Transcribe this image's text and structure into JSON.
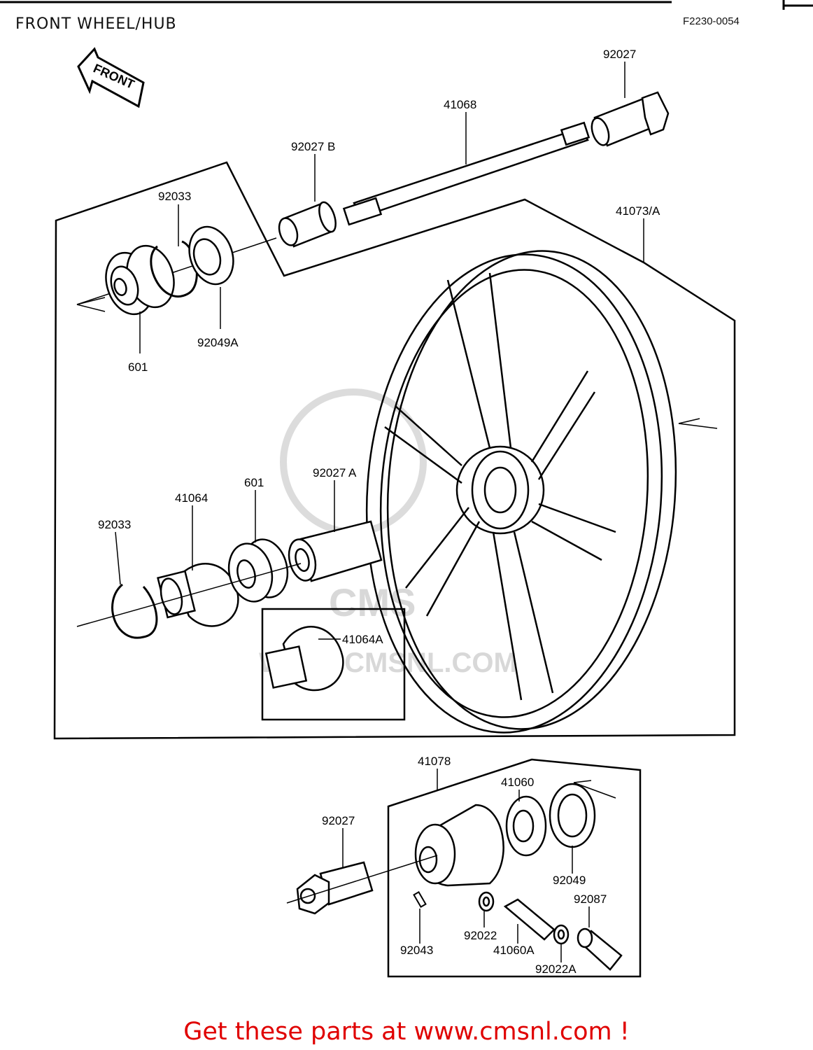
{
  "header": {
    "title": "FRONT WHEEL/HUB",
    "code": "F2230-0054"
  },
  "front_arrow": {
    "label": "FRONT"
  },
  "callouts": [
    {
      "id": "c-92027-top",
      "text": "92027"
    },
    {
      "id": "c-41068",
      "text": "41068"
    },
    {
      "id": "c-92027B",
      "text": "92027 B"
    },
    {
      "id": "c-92033-top",
      "text": "92033"
    },
    {
      "id": "c-41073A",
      "text": "41073/A"
    },
    {
      "id": "c-92049A",
      "text": "92049A"
    },
    {
      "id": "c-601-top",
      "text": "601"
    },
    {
      "id": "c-92027A",
      "text": "92027 A"
    },
    {
      "id": "c-601-mid",
      "text": "601"
    },
    {
      "id": "c-41064",
      "text": "41064"
    },
    {
      "id": "c-92033-mid",
      "text": "92033"
    },
    {
      "id": "c-41064A",
      "text": "41064A"
    },
    {
      "id": "c-41078",
      "text": "41078"
    },
    {
      "id": "c-41060",
      "text": "41060"
    },
    {
      "id": "c-92027-bot",
      "text": "92027"
    },
    {
      "id": "c-92049",
      "text": "92049"
    },
    {
      "id": "c-92087",
      "text": "92087"
    },
    {
      "id": "c-92022",
      "text": "92022"
    },
    {
      "id": "c-92043",
      "text": "92043"
    },
    {
      "id": "c-41060A",
      "text": "41060A"
    },
    {
      "id": "c-92022A",
      "text": "92022A"
    }
  ],
  "watermark": {
    "text": "CMS",
    "url": "WWW.CMSNL.COM"
  },
  "footer": {
    "banner": "Get these parts at www.cmsnl.com !"
  },
  "colors": {
    "banner": "#e00000",
    "line": "#000000",
    "watermark": "#d4d4d4"
  }
}
